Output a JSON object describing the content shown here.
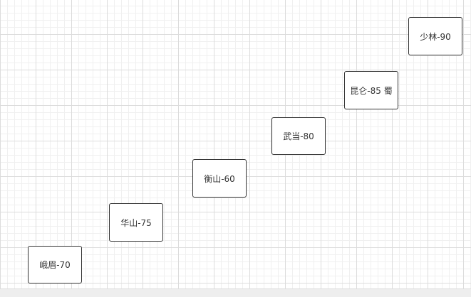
{
  "diagram": {
    "nodes": [
      {
        "label": "峨眉-70"
      },
      {
        "label": "华山-75"
      },
      {
        "label": "衡山-60"
      },
      {
        "label": "武当-80"
      },
      {
        "label": "昆仑-85 蜀"
      },
      {
        "label": "少林-90"
      }
    ]
  }
}
